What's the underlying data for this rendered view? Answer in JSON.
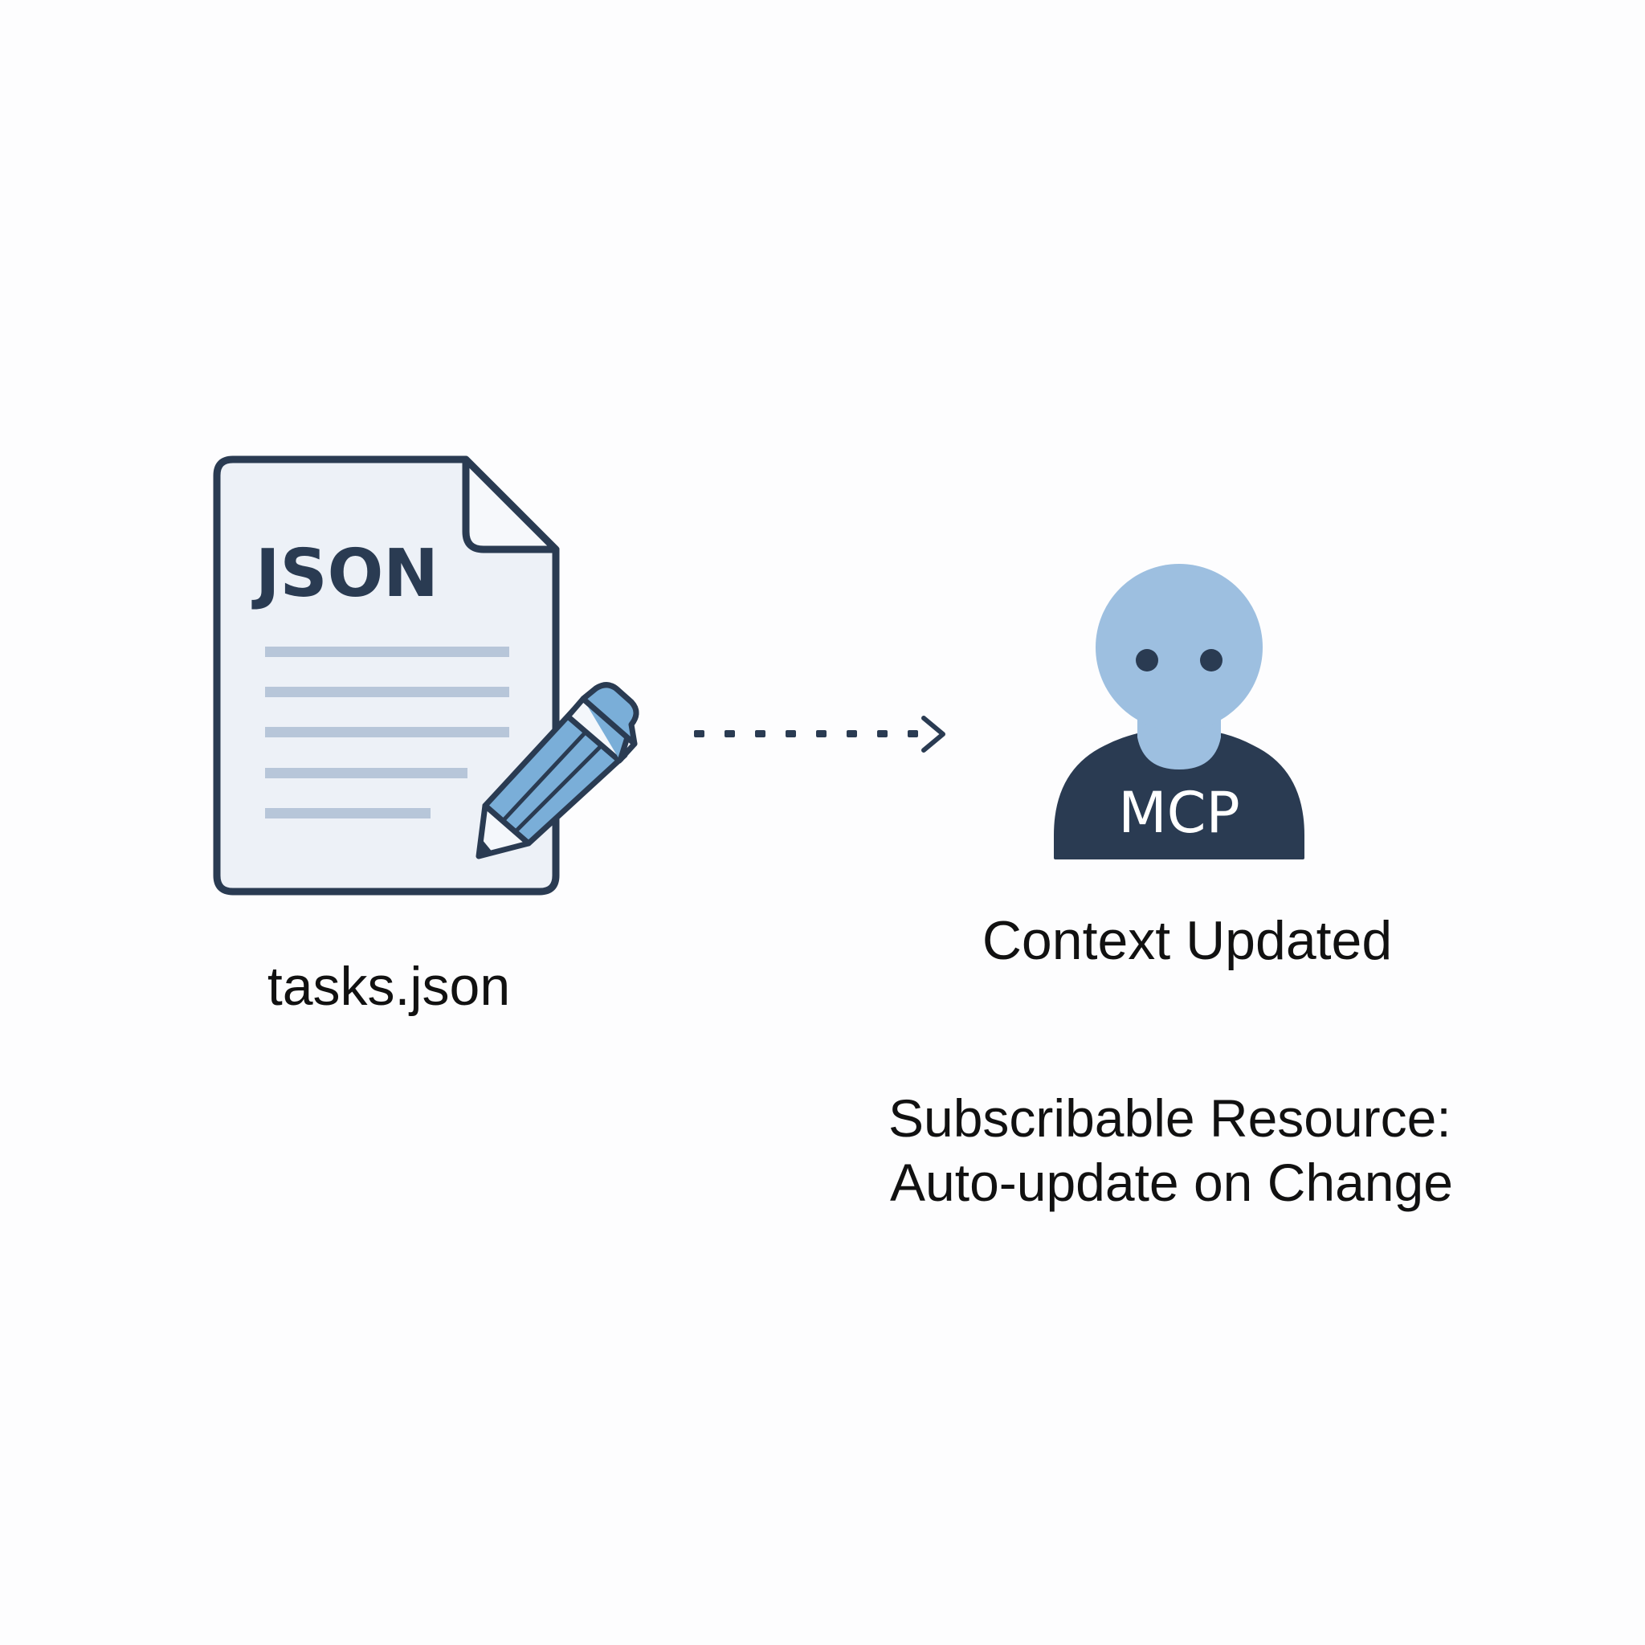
{
  "file": {
    "badge": "JSON",
    "name": "tasks.json"
  },
  "agent": {
    "badge": "MCP",
    "status": "Context Updated"
  },
  "note": {
    "line1": "Subscribable Resource:",
    "line2": "Auto-update on Change"
  },
  "icons": {
    "file": "json-file-icon",
    "pencil": "pencil-icon",
    "arrow": "dotted-arrow-icon",
    "agent": "mcp-agent-icon"
  },
  "colors": {
    "dark": "#2a3b52",
    "paper": "#edf1f7",
    "lines": "#b7c6d9",
    "light_blue": "#9dbfe0",
    "pencil_blue": "#7aaed8",
    "background": "#fdfdfe"
  }
}
